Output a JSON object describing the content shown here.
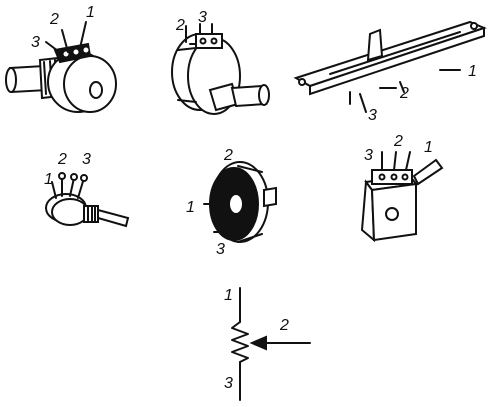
{
  "components": [
    {
      "id": "pot-rotary-rear-lugs",
      "pins": [
        "1",
        "2",
        "3"
      ]
    },
    {
      "id": "pot-rotary-side-lugs",
      "pins": [
        "2",
        "3"
      ]
    },
    {
      "id": "pot-slide",
      "pins": [
        "1",
        "2",
        "3"
      ]
    },
    {
      "id": "pot-small-rotary",
      "pins": [
        "1",
        "2",
        "3"
      ]
    },
    {
      "id": "pot-trimmer-disc",
      "pins": [
        "1",
        "2",
        "3"
      ]
    },
    {
      "id": "pot-cube-trimmer",
      "pins": [
        "1",
        "2",
        "3"
      ]
    }
  ],
  "symbol": {
    "pins": [
      "1",
      "2",
      "3"
    ]
  }
}
